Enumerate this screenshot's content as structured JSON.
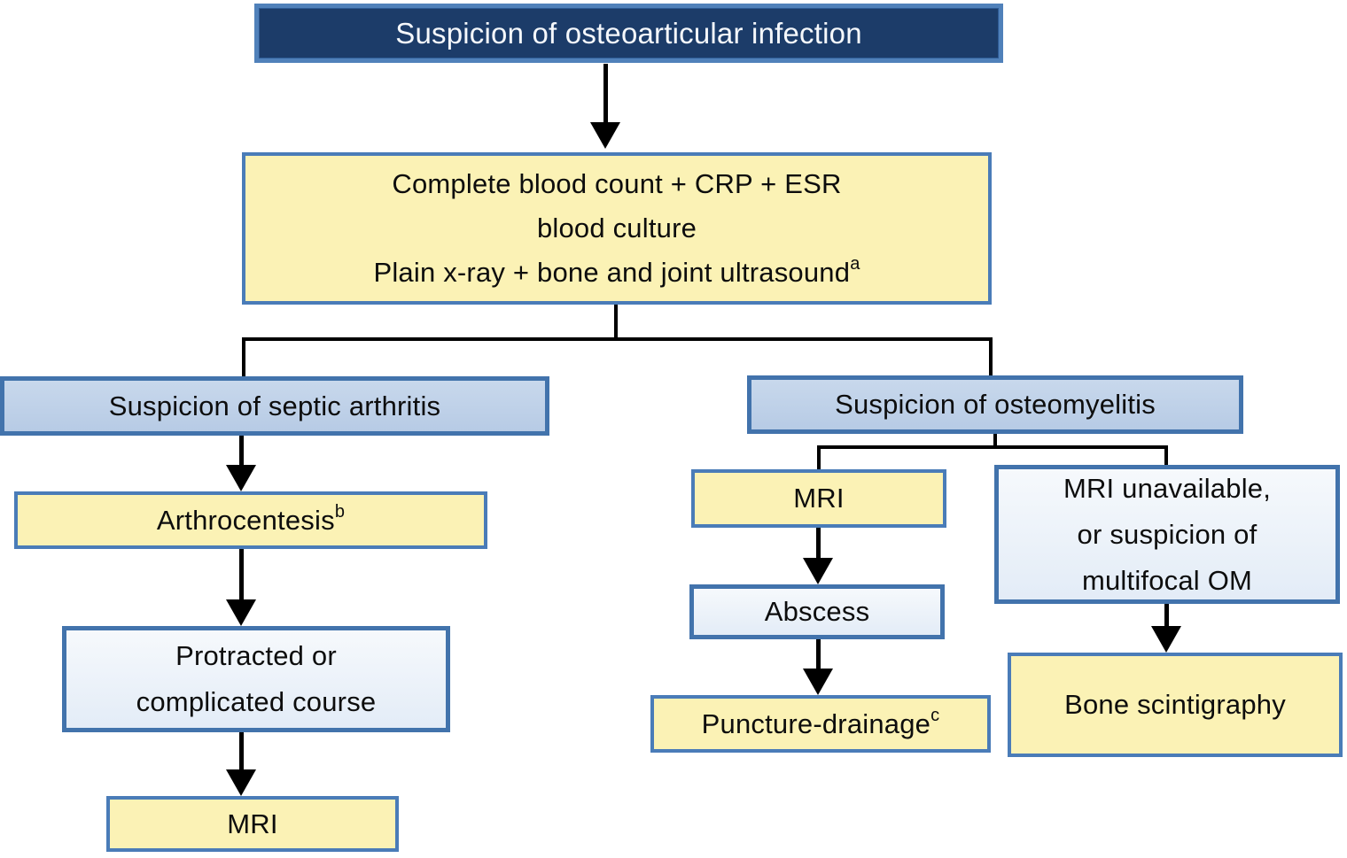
{
  "diagram": {
    "type": "flowchart",
    "topic": "Diagnostic work-up of osteoarticular infection",
    "nodes": {
      "root": {
        "label": "Suspicion of osteoarticular infection"
      },
      "workup": {
        "line1": "Complete blood count + CRP + ESR",
        "line2": "blood culture",
        "line3": "Plain x-ray + bone and joint ultrasound",
        "line3_sup": "a"
      },
      "septic_arthritis": {
        "label": "Suspicion of septic arthritis"
      },
      "arthrocentesis": {
        "label": "Arthrocentesis",
        "sup": "b"
      },
      "protracted": {
        "line1": "Protracted or",
        "line2": "complicated course"
      },
      "mri_left": {
        "label": "MRI"
      },
      "osteomyelitis": {
        "label": "Suspicion of osteomyelitis"
      },
      "mri_right": {
        "label": "MRI"
      },
      "abscess": {
        "label": "Abscess"
      },
      "puncture_drainage": {
        "label": "Puncture-drainage",
        "sup": "c"
      },
      "mri_unavailable": {
        "line1": "MRI unavailable,",
        "line2": "or suspicion of",
        "line3": "multifocal OM"
      },
      "bone_scintigraphy": {
        "label": "Bone scintigraphy"
      }
    },
    "colors": {
      "navy_fill": "#1c3c69",
      "navy_text": "#f5f8fc",
      "box_border_blue": "#4273ac",
      "yellow_fill": "#fbf2b5",
      "blue_fill": "#c0d2e9",
      "lightblue_fill": "#edf3fa",
      "connector_black": "#000000",
      "text_dark": "#0d0d0d",
      "background": "#ffffff"
    }
  }
}
